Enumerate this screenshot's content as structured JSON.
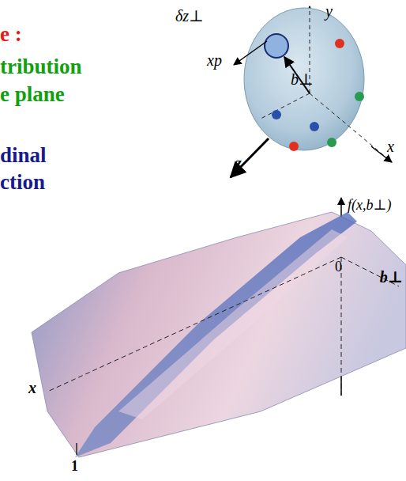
{
  "diagram": {
    "labels": [
      "e :",
      "tribution",
      "e plane",
      "dinal",
      "ction",
      "δz⊥",
      "y",
      "xp",
      "b⊥",
      "z",
      "x",
      "f(x,b⊥)",
      "0",
      "b⊥",
      "x",
      "1"
    ]
  }
}
